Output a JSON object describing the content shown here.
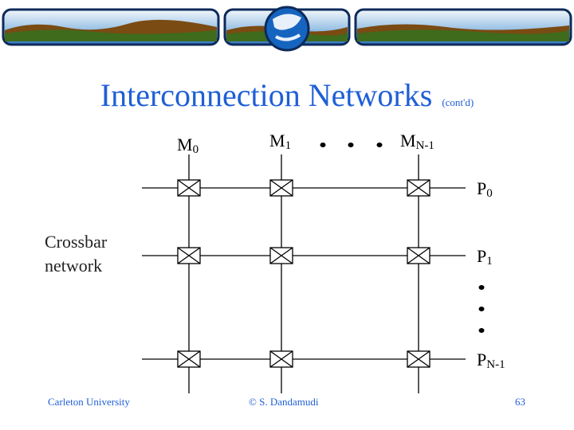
{
  "title": {
    "main": "Interconnection Networks",
    "sub": "(cont'd)"
  },
  "side_label": {
    "line1": "Crossbar",
    "line2": "network"
  },
  "memory_labels": [
    {
      "base": "M",
      "sub": "0"
    },
    {
      "base": "M",
      "sub": "1"
    },
    {
      "base": "M",
      "sub": "N-1"
    }
  ],
  "processor_labels": [
    {
      "base": "P",
      "sub": "0"
    },
    {
      "base": "P",
      "sub": "1"
    },
    {
      "base": "P",
      "sub": "N-1"
    }
  ],
  "footer": {
    "left": "Carleton University",
    "center": "© S. Dandamudi",
    "right": "63"
  },
  "colors": {
    "title": "#1f5fd6",
    "footer": "#1f5fd6",
    "lines": "#000000"
  }
}
